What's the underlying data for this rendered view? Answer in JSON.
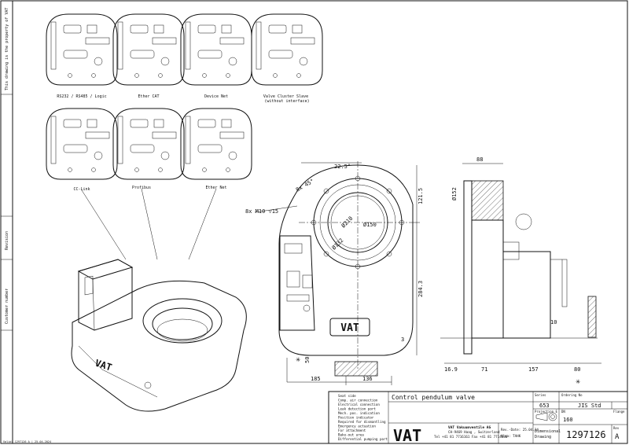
{
  "side_strip": {
    "property_text": "This drawing is the property of VAT",
    "revision_label": "Revision",
    "customer_number_label": "Customer number"
  },
  "panels": [
    {
      "label": "RS232 / RS485 / Logic"
    },
    {
      "label": "Ether CAT"
    },
    {
      "label": "Device Net"
    },
    {
      "label": "Valve Cluster Slave\n(without interface)"
    },
    {
      "label": "CC-Link"
    },
    {
      "label": "Profibus"
    },
    {
      "label": "Ether Net"
    }
  ],
  "dimensions": {
    "angle_top": "22.5°",
    "angle_8x": "8x 45°",
    "bolt": "8x M10 ▽15",
    "d210": "Ø210",
    "d150": "Ø150",
    "d132": "Ø132",
    "d152": "Ø152",
    "w88": "88",
    "h121_5": "121.5",
    "h284_3": "284.3",
    "h50": "50",
    "d3": "3",
    "d10": "10",
    "w185": "185",
    "w136": "136",
    "w16_9": "16.9",
    "w71": "71",
    "w157": "157",
    "w80": "80"
  },
  "logo_text": "VAT",
  "title_block": {
    "legend": [
      "Seat side",
      "Comp. air connection",
      "Electrical connection",
      "Leak detection port",
      "Mech. pos. indication",
      "Position indicator",
      "Required for dismantling",
      "Emergency actuation",
      "For attachment",
      "Bake-out area",
      "Differential pumping port"
    ],
    "title": "Control pendulum valve",
    "series_label": "Series",
    "series_value": "653",
    "ordering_label": "Ordering No",
    "ordering_value": "JIS Std",
    "projection_label": "Projection E",
    "dn_label": "DN",
    "flange_label": "Flange",
    "dn_value": "160",
    "company": "VAT Vakuumventile AG",
    "address": "CH-9469 Haag , Switzerland",
    "contact": "Tel +41 81 7716161 Fax +41 81 7714830",
    "rev_date": "Rev.-Date: 25.04.24",
    "visa": "Visa: TAHK",
    "doc_type_1": "Dimensional",
    "doc_type_2": "Drawing",
    "doc_number": "1297126",
    "rev_label": "Rev",
    "rev_value": "A"
  },
  "footer_id": "Valid: 1297126_A  |  25.04.2024"
}
